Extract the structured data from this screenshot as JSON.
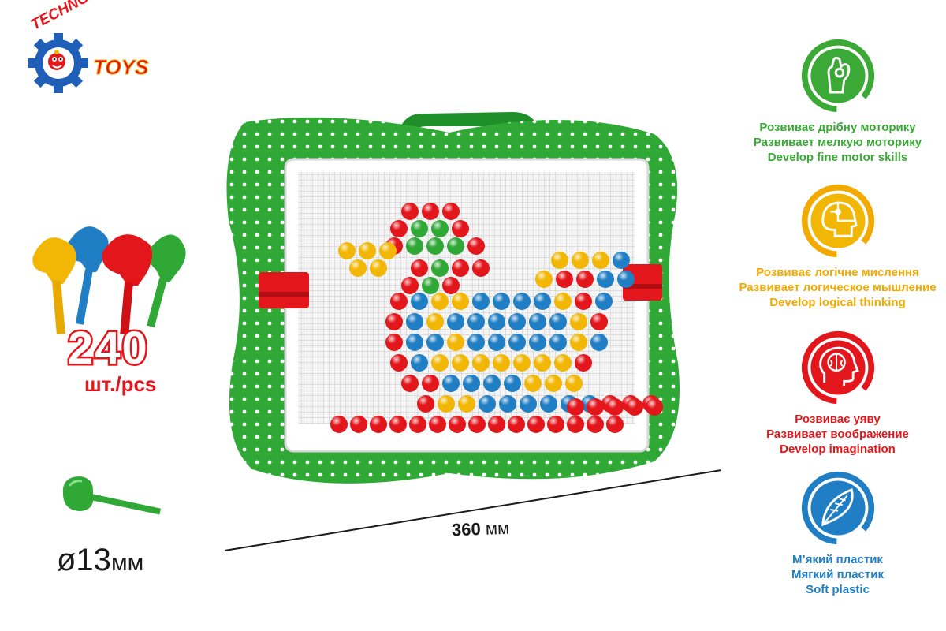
{
  "brand": {
    "top_word": "TECHNOK",
    "side_word": "TOYS"
  },
  "pieces": {
    "count": "240",
    "unit_label": "шт./pcs"
  },
  "peg": {
    "diameter_symbol": "ø13",
    "diameter_unit": "мм"
  },
  "dimension": {
    "value": "360",
    "unit": "мм"
  },
  "colors": {
    "green": "#2fa836",
    "yellow": "#f2b705",
    "red": "#e3161c",
    "blue": "#1f7ec4"
  },
  "features": [
    {
      "icon": "hand-gesture-icon",
      "color": "#3aa935",
      "lines": [
        "Розвиває дрібну моторику",
        "Развивает мелкую моторику",
        "Develop fine motor skills"
      ]
    },
    {
      "icon": "puzzle-head-icon",
      "color": "#f2a900",
      "lines": [
        "Розвиває логічне мислення",
        "Развивает логическое мышление",
        "Develop logical thinking"
      ]
    },
    {
      "icon": "brain-head-icon",
      "color": "#e3161c",
      "lines": [
        "Розвиває уяву",
        "Развивает воображение",
        "Develop imagination"
      ]
    },
    {
      "icon": "feather-icon",
      "color": "#1f7ec4",
      "lines": [
        "М’який пластик",
        "Мягкий пластик",
        "Soft plastic"
      ]
    }
  ]
}
